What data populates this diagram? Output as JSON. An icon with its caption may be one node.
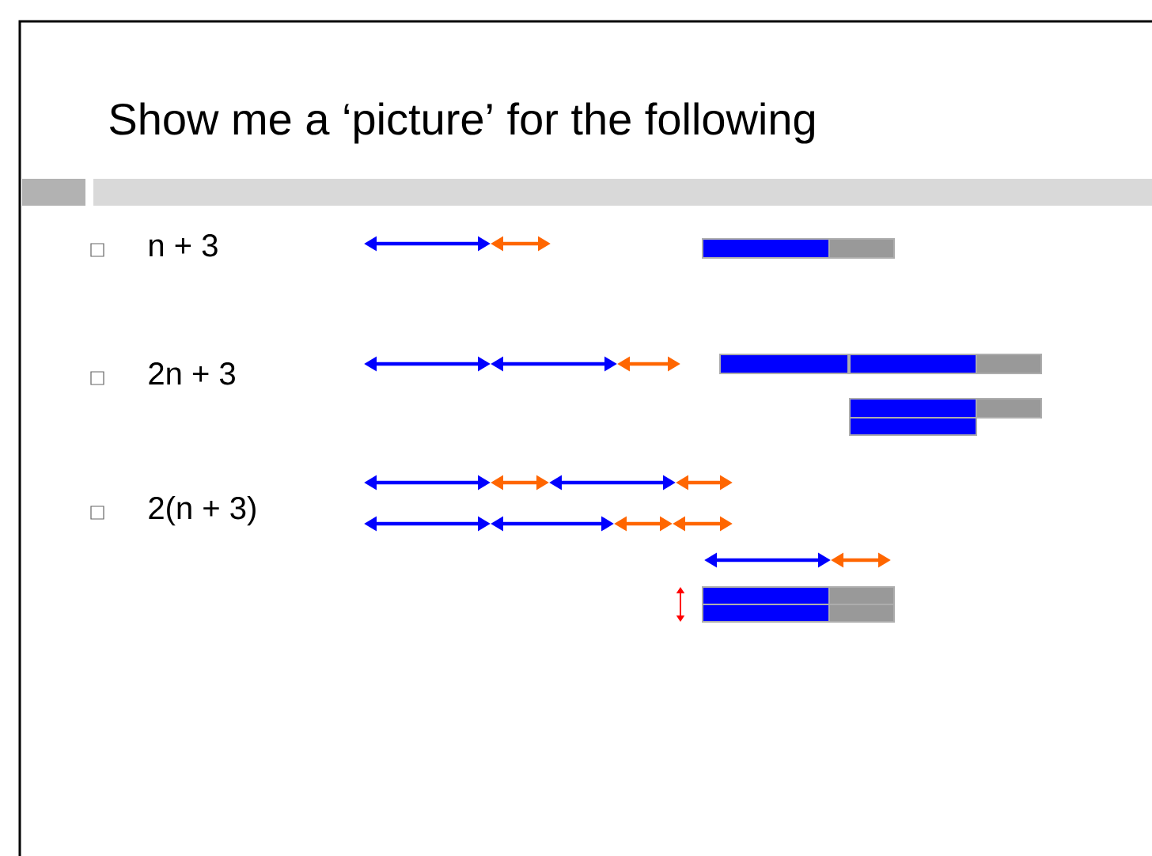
{
  "diagram": {
    "title": "Show me a ‘picture’ for the following",
    "labels": [
      "n + 3",
      "2n + 3",
      "2(n + 3)"
    ]
  }
}
